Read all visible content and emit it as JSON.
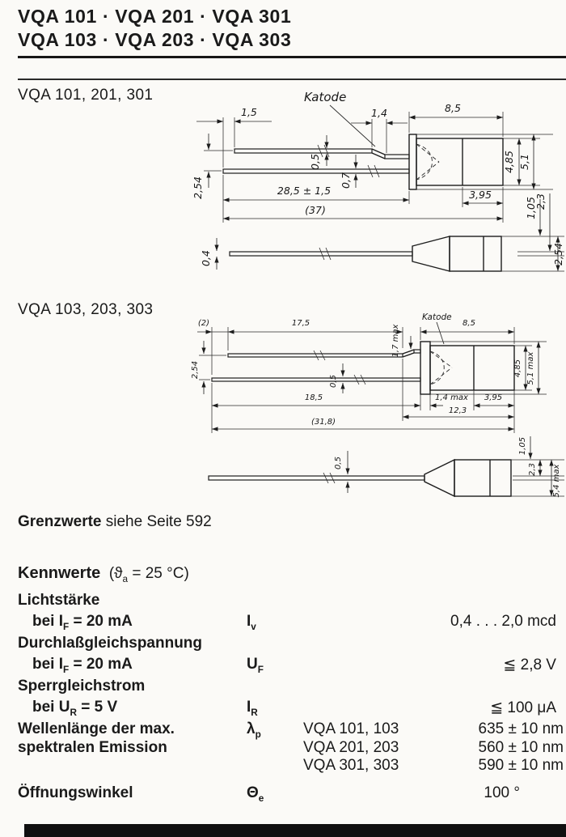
{
  "page": {
    "header_line1": "VQA 101 · VQA 201 · VQA 301",
    "header_line2": "VQA 103 · VQA 203 · VQA 303"
  },
  "drawing1": {
    "title": "VQA 101, 201, 301",
    "labels": {
      "katode": "Katode",
      "tip_offset": "1,5",
      "kink": "1,4",
      "body_len": "8,5",
      "lead_up_thk": "0,5",
      "lead_lo_thk": "0,7",
      "pitch": "2,54",
      "lead_len": "28,5 ± 1,5",
      "overall": "(37)",
      "front_len": "3,95",
      "dia_body": "4,85",
      "dia_flange": "5,1",
      "flat_thk": "0,4",
      "h1": "1,05",
      "h2": "2,3",
      "h3": "2,54"
    }
  },
  "drawing2": {
    "title": "VQA 103, 203, 303",
    "labels": {
      "katode": "Katode",
      "tip_offset": "(2)",
      "lead_up_len": "17,5",
      "kink": "1,7 max",
      "body_len": "8,5",
      "pitch": "2,54",
      "lead_thk": "0,5",
      "lead_lo_len": "18,5",
      "flange": "1,4 max",
      "front_len": "3,95",
      "inner_len": "12,3",
      "overall": "(31,8)",
      "dia_body": "4,85",
      "dia_flange": "5,1 max",
      "flat_thk": "0,5",
      "h1": "1,05",
      "h2": "2,3",
      "h3": "5,4 max"
    }
  },
  "grenzwerte": {
    "lead": "Grenzwerte",
    "rest": " siehe Seite 592"
  },
  "kennwerte": {
    "lead": "Kennwerte",
    "cond_pre": "(ϑ",
    "cond_sub": "a",
    "cond_post": " = 25 °C)"
  },
  "characteristics": {
    "rows": [
      {
        "label": "Lichtstärke",
        "cond_pre": "bei I",
        "cond_sub": "F",
        "cond_post": " = 20 mA",
        "sym_base": "I",
        "sym_sub": "v",
        "value": "0,4 . . . 2,0 mcd"
      },
      {
        "label": "Durchlaßgleichspannung",
        "cond_pre": "bei I",
        "cond_sub": "F",
        "cond_post": " = 20 mA",
        "sym_base": "U",
        "sym_sub": "F",
        "value": "≦ 2,8 V"
      },
      {
        "label": "Sperrgleichstrom",
        "cond_pre": "bei U",
        "cond_sub": "R",
        "cond_post": " = 5 V",
        "sym_base": "I",
        "sym_sub": "R",
        "value": "≦ 100 μA"
      },
      {
        "label": "Wellenlänge der max.",
        "label2": "spektralen Emission",
        "sym_base": "λ",
        "sym_sub": "p",
        "variants": [
          {
            "name": "VQA 101, 103",
            "value": "635 ± 10 nm"
          },
          {
            "name": "VQA 201, 203",
            "value": "560 ± 10 nm"
          },
          {
            "name": "VQA 301, 303",
            "value": "590 ± 10 nm"
          }
        ]
      },
      {
        "label": "Öffnungswinkel",
        "sym_base": "Θ",
        "sym_sub": "e",
        "value": "100 °"
      }
    ]
  }
}
